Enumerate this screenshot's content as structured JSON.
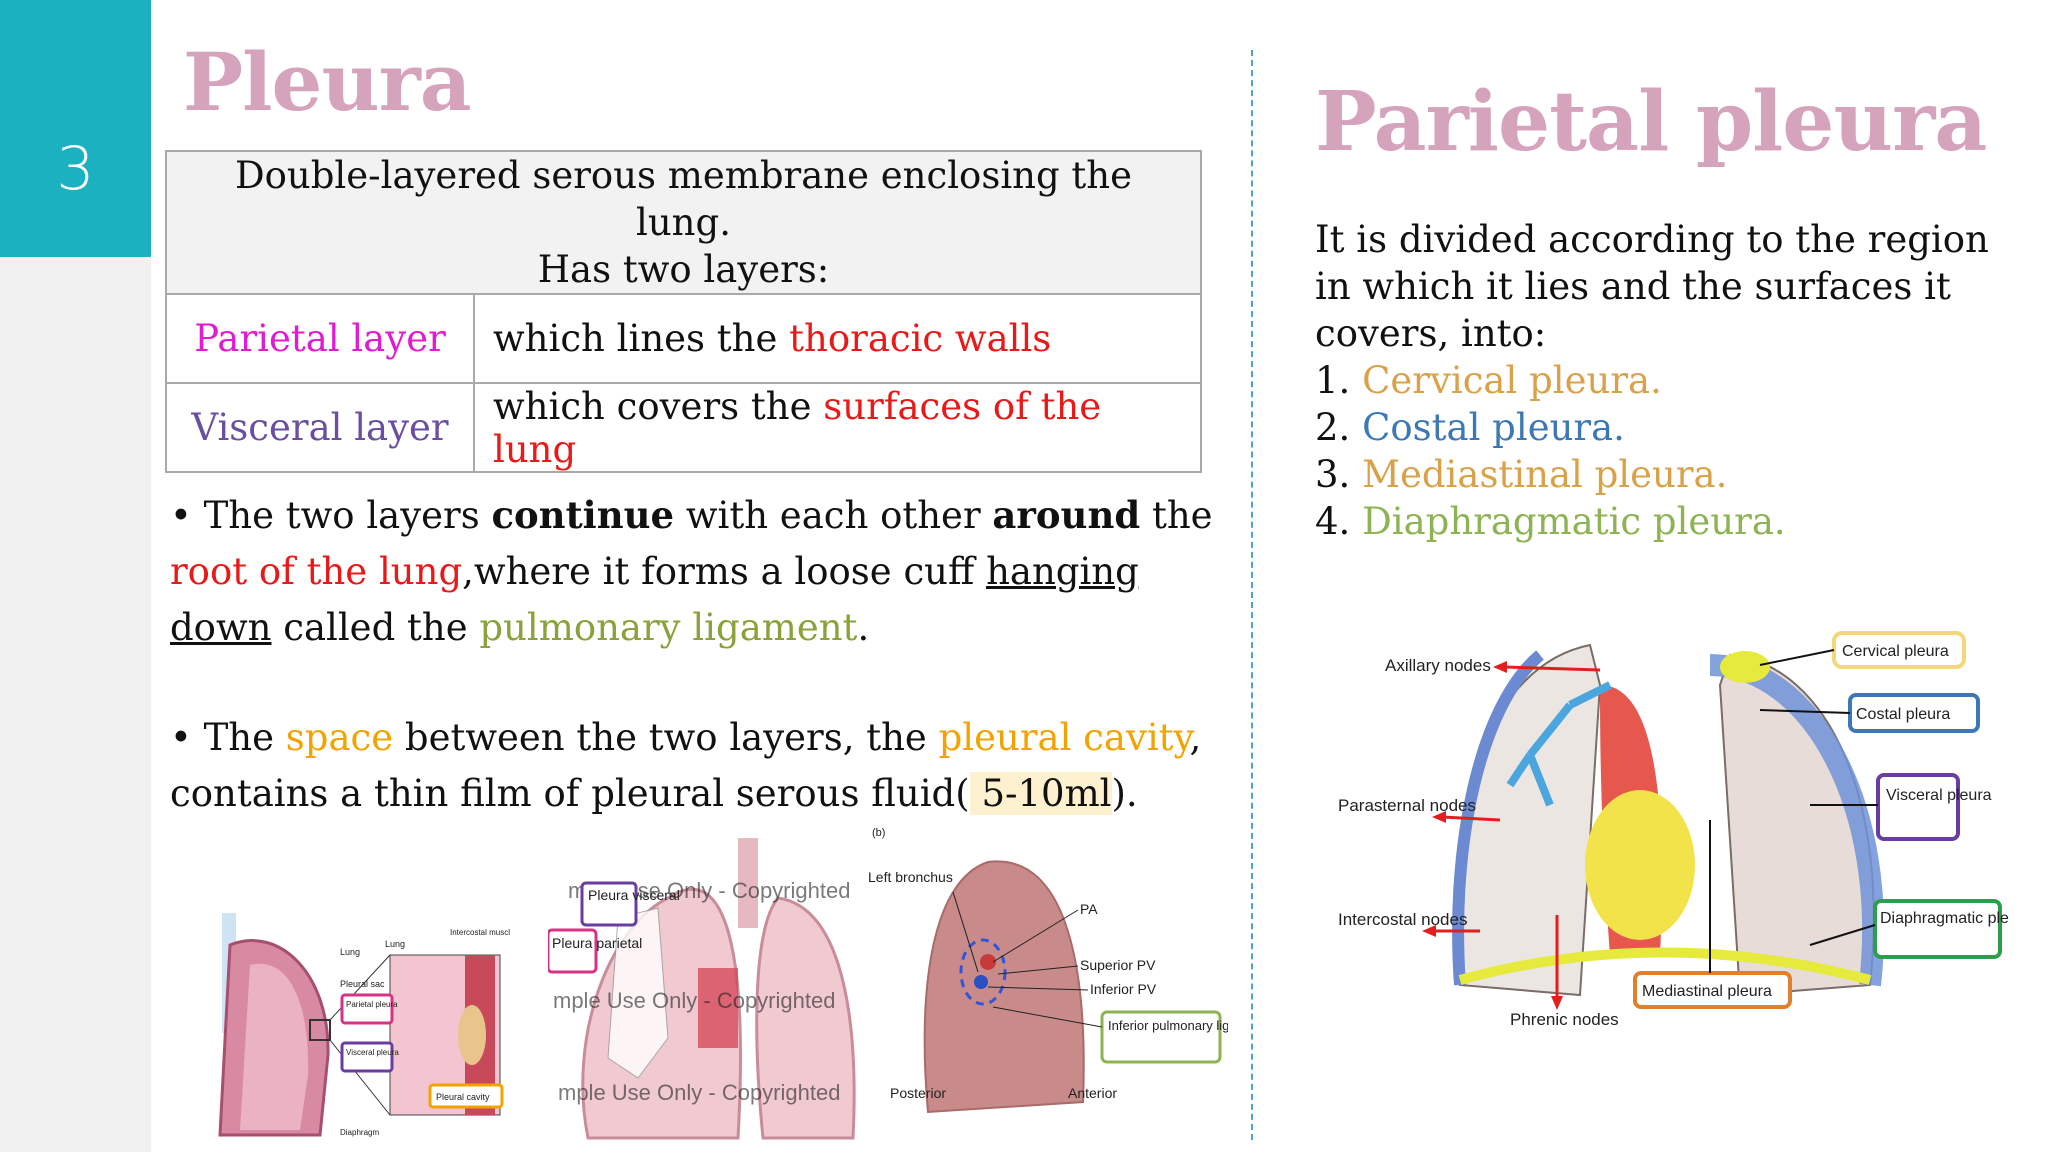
{
  "slide": {
    "number": "3"
  },
  "left": {
    "title": "Pleura",
    "table": {
      "header_line1": "Double-layered serous membrane enclosing the lung.",
      "header_line2": "Has two layers:",
      "rows": [
        {
          "label": "Parietal layer",
          "desc_pre": "which lines the ",
          "desc_hl": "thoracic walls"
        },
        {
          "label": "Visceral layer",
          "desc_pre": "which covers the ",
          "desc_hl": "surfaces of the lung"
        }
      ]
    },
    "bullet1": {
      "t1": "• The two layers ",
      "b1": "continue",
      "t2": " with each other ",
      "b2": "around",
      "t3": " the ",
      "red": "root of the lung",
      "t4": ",where it forms a loose cuff ",
      "u": "hanging down",
      "t5": " called the ",
      "green": "pulmonary ligament",
      "t6": "."
    },
    "bullet2": {
      "t1": "• The ",
      "o1": "space",
      "t2": " between the two layers, the ",
      "o2": "pleural cavity",
      "t3": ",",
      "t4": "contains a thin film of pleural serous fluid(",
      "hl": " 5-10ml",
      "t5": ")."
    },
    "figures": {
      "fig1": {
        "lung": "Lung",
        "lung2": "Lung",
        "intercostal_muscle": "Intercostal muscle",
        "pleural_sac": "Pleural sac",
        "parietal_pleura": "Parietal pleura",
        "visceral_pleura": "Visceral pleura",
        "pleural_cavity": "Pleural cavity",
        "diaphragm": "Diaphragm"
      },
      "fig2": {
        "pleura_visceral": "Pleura visceral",
        "pleura_parietal": "Pleura parietal",
        "wm1": "mple Use Only - Copyrighted",
        "wm2": "mple Use Only - Copyrighted",
        "wm3": "mple Use Only - Copyrighted"
      },
      "fig3": {
        "b": "(b)",
        "left_bronchus": "Left bronchus",
        "pa": "PA",
        "superior_pv": "Superior PV",
        "inferior_pv": "Inferior PV",
        "inferior_pulmonary_ligament": "Inferior pulmonary ligament",
        "posterior": "Posterior",
        "anterior": "Anterior"
      }
    }
  },
  "right": {
    "title": "Parietal pleura",
    "intro": "It is divided according to the region in which it lies and the surfaces it covers, into:",
    "items": [
      {
        "num": "1. ",
        "text": "Cervical pleura."
      },
      {
        "num": "2. ",
        "text": "Costal pleura."
      },
      {
        "num": "3. ",
        "text": "Mediastinal pleura."
      },
      {
        "num": "4. ",
        "text": "Diaphragmatic pleura."
      }
    ],
    "diagram": {
      "axillary_nodes": "Axillary nodes",
      "parasternal_nodes": "Parasternal nodes",
      "intercostal_nodes": "Intercostal nodes",
      "phrenic_nodes": "Phrenic nodes",
      "cervical_pleura": "Cervical pleura",
      "costal_pleura": "Costal pleura",
      "visceral_pleura": "Visceral pleura",
      "diaphragmatic_pleura": "Diaphragmatic pleura",
      "mediastinal_pleura": "Mediastinal pleura"
    }
  },
  "colors": {
    "accent": "#1bb1c0",
    "title": "#d6a3bd",
    "divider": "#4aa7c0"
  }
}
